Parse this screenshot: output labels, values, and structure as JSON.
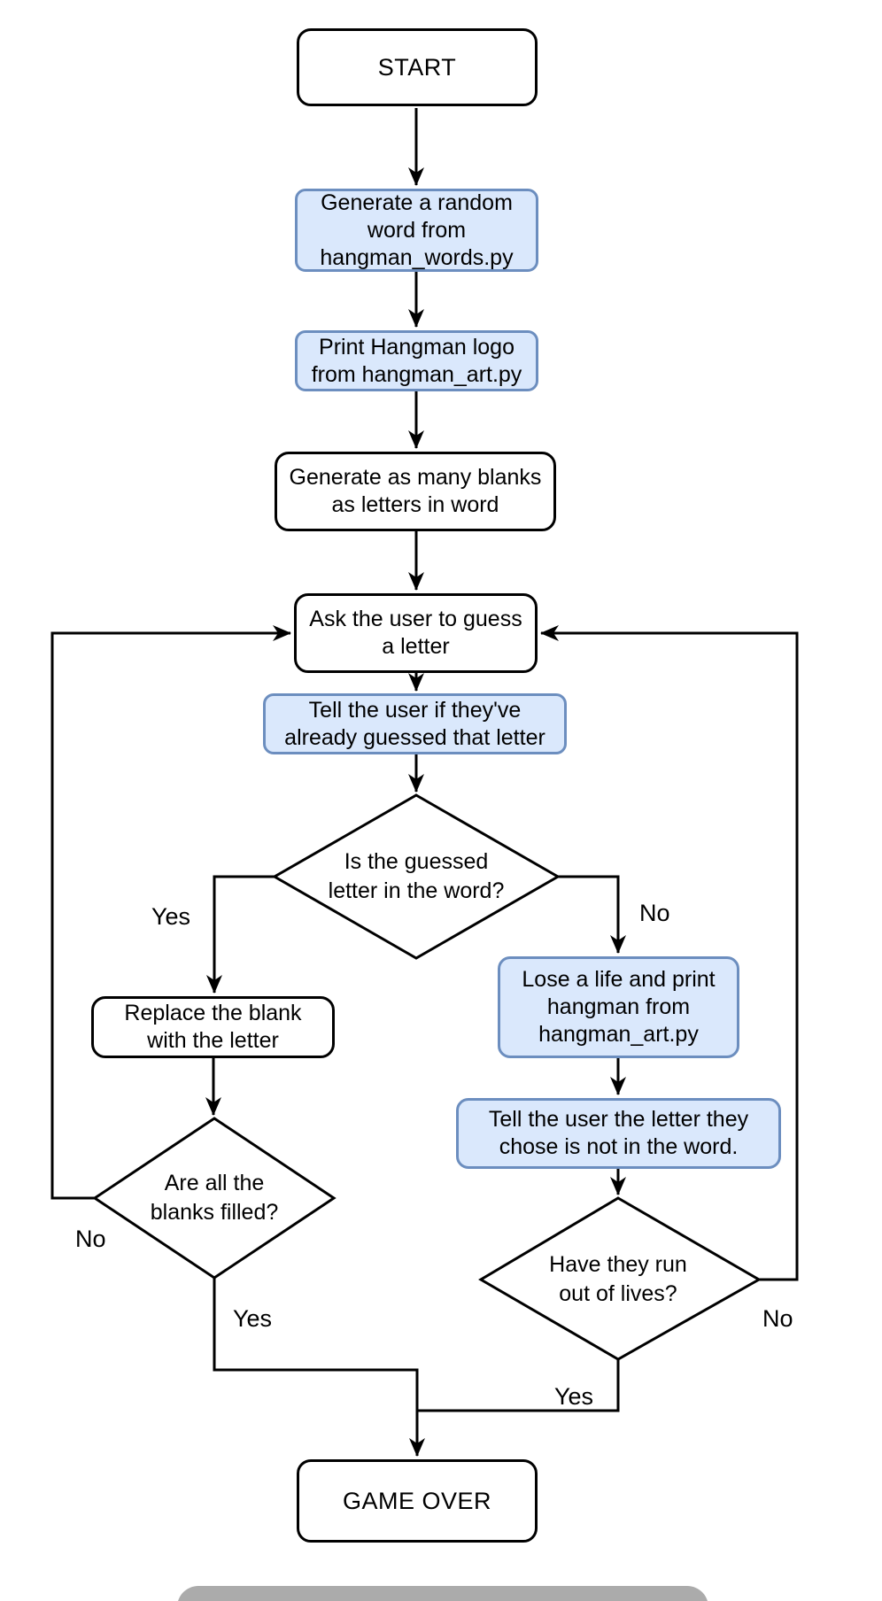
{
  "flowchart": {
    "nodes": {
      "start": {
        "label": "START",
        "type": "terminal"
      },
      "generate_word": {
        "label": "Generate a random\nword from\nhangman_words.py",
        "type": "process"
      },
      "print_logo": {
        "label": "Print Hangman logo\nfrom hangman_art.py",
        "type": "process"
      },
      "generate_blanks": {
        "label": "Generate as many blanks\nas letters in word",
        "type": "process"
      },
      "ask_guess": {
        "label": "Ask the user to guess\na letter",
        "type": "process"
      },
      "tell_already_guessed": {
        "label": "Tell the user if they've\nalready guessed that letter",
        "type": "process"
      },
      "is_letter_in_word": {
        "label": "Is the guessed\nletter in the word?",
        "type": "decision"
      },
      "replace_blank": {
        "label": "Replace the blank\nwith the letter",
        "type": "process"
      },
      "lose_life": {
        "label": "Lose a life and print\nhangman from\nhangman_art.py",
        "type": "process"
      },
      "tell_not_in_word": {
        "label": "Tell the user the letter they\nchose is not in the word.",
        "type": "process"
      },
      "all_blanks_filled": {
        "label": "Are all the\nblanks filled?",
        "type": "decision"
      },
      "out_of_lives": {
        "label": "Have they run\nout of lives?",
        "type": "decision"
      },
      "game_over": {
        "label": "GAME OVER",
        "type": "terminal"
      }
    },
    "edge_labels": {
      "d1_yes": "Yes",
      "d1_no": "No",
      "d2_no": "No",
      "d2_yes": "Yes",
      "d3_no": "No",
      "d3_yes": "Yes"
    },
    "colors": {
      "highlight_fill": "#dae8fc",
      "highlight_border": "#6c8ebf",
      "plain_fill": "#ffffff",
      "plain_border": "#000000",
      "line": "#000000",
      "background": "#ffffff",
      "home_indicator": "#ababab"
    }
  }
}
